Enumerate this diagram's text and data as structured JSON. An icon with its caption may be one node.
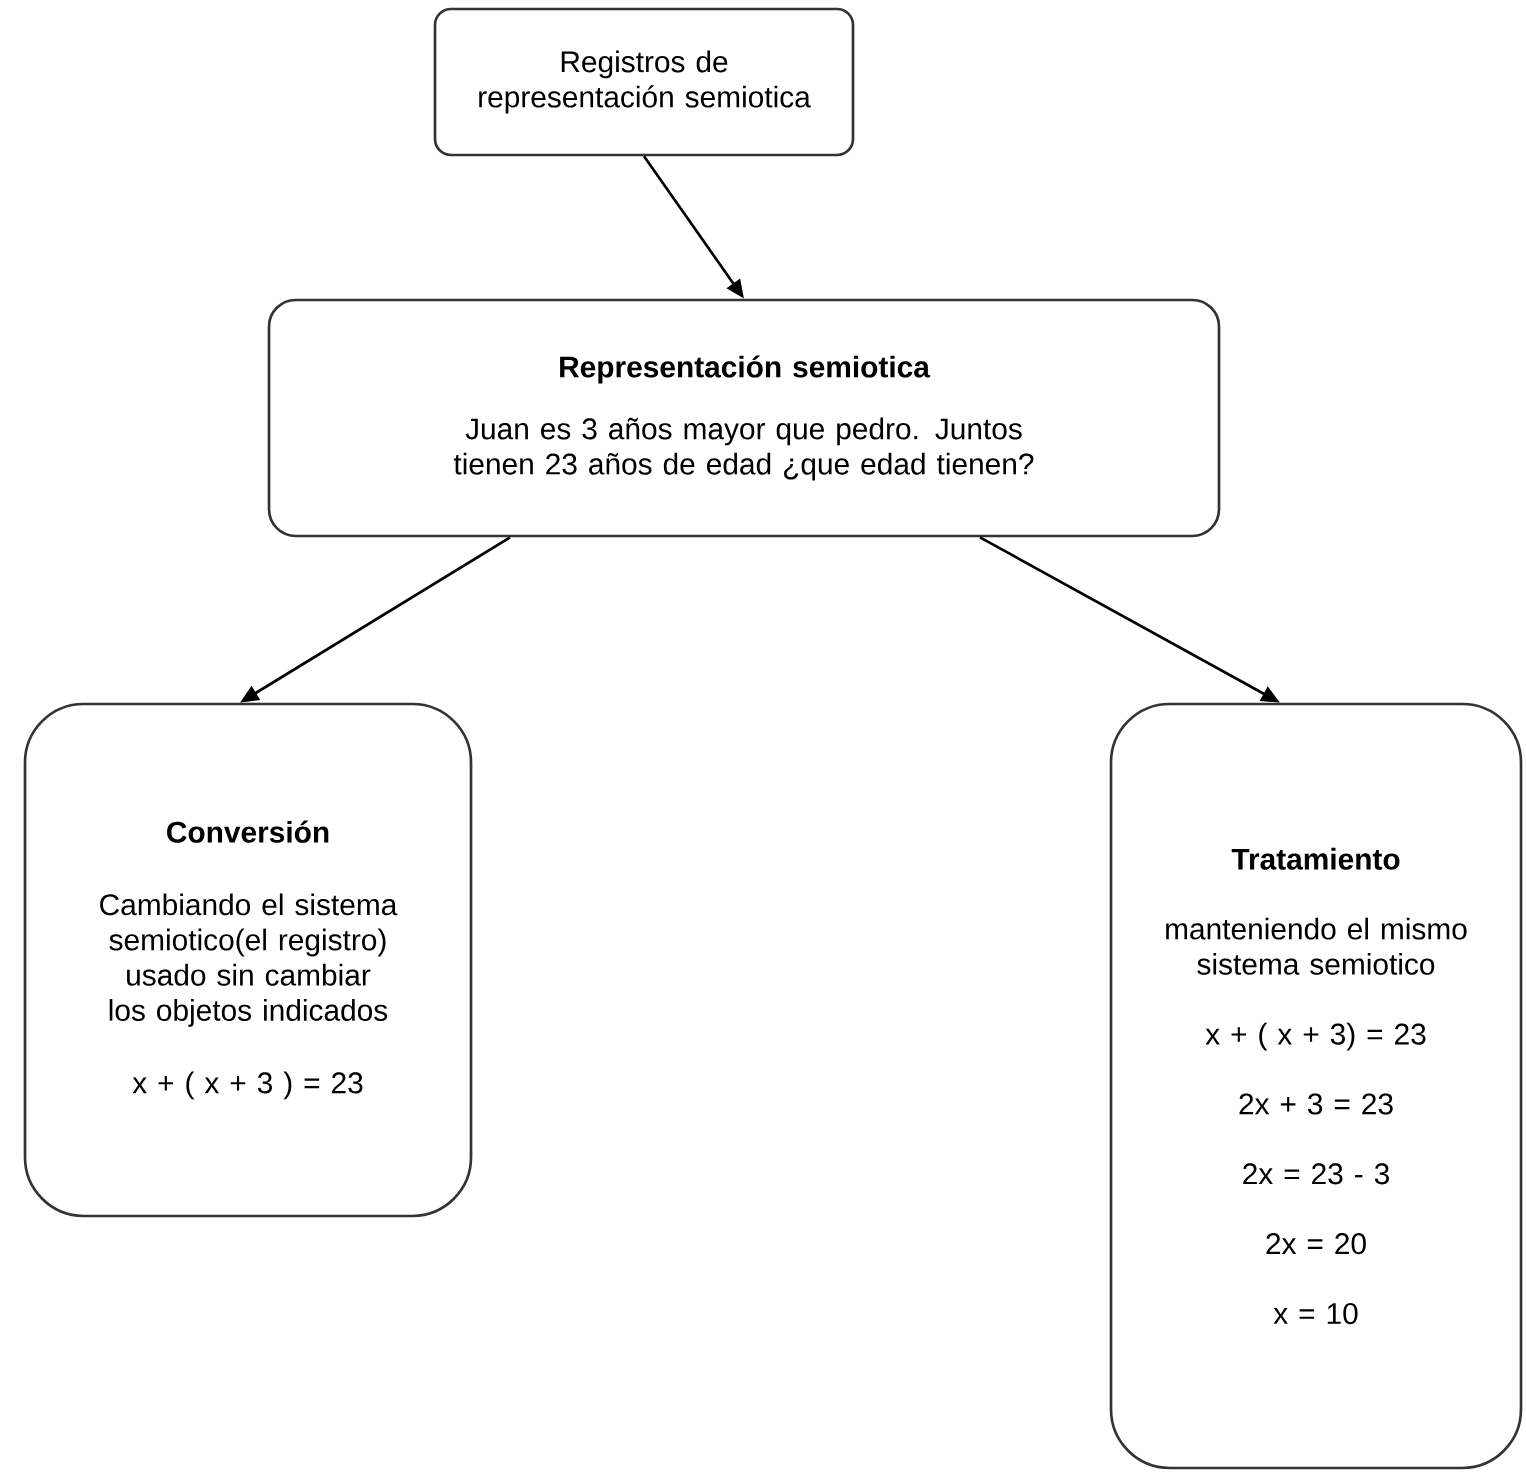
{
  "diagram": {
    "nodes": [
      {
        "text": [
          "Registros de representación semiotica"
        ]
      },
      {
        "text": [
          "Representación semiotica",
          "Juan es 3 años mayor que pedro. Juntos tienen 23 años de edad ¿que edad tienen?"
        ]
      },
      {
        "text": [
          "Conversión",
          "Cambiando el sistema semiotico(el registro) usado sin cambiar los objetos indicados",
          "x + ( x + 3 ) = 23"
        ]
      },
      {
        "text": [
          "Tratamiento",
          "manteniendo el mismo sistema semiotico",
          "x + ( x + 3) = 23",
          "2x + 3 = 23",
          "2x = 23 - 3",
          "2x = 20",
          "x = 10"
        ]
      }
    ],
    "edges": [
      {
        "from": 0,
        "to": 1,
        "arrow": "to"
      },
      {
        "from": 1,
        "to": 2,
        "arrow": "to"
      },
      {
        "from": 1,
        "to": 3,
        "arrow": "to"
      }
    ]
  }
}
